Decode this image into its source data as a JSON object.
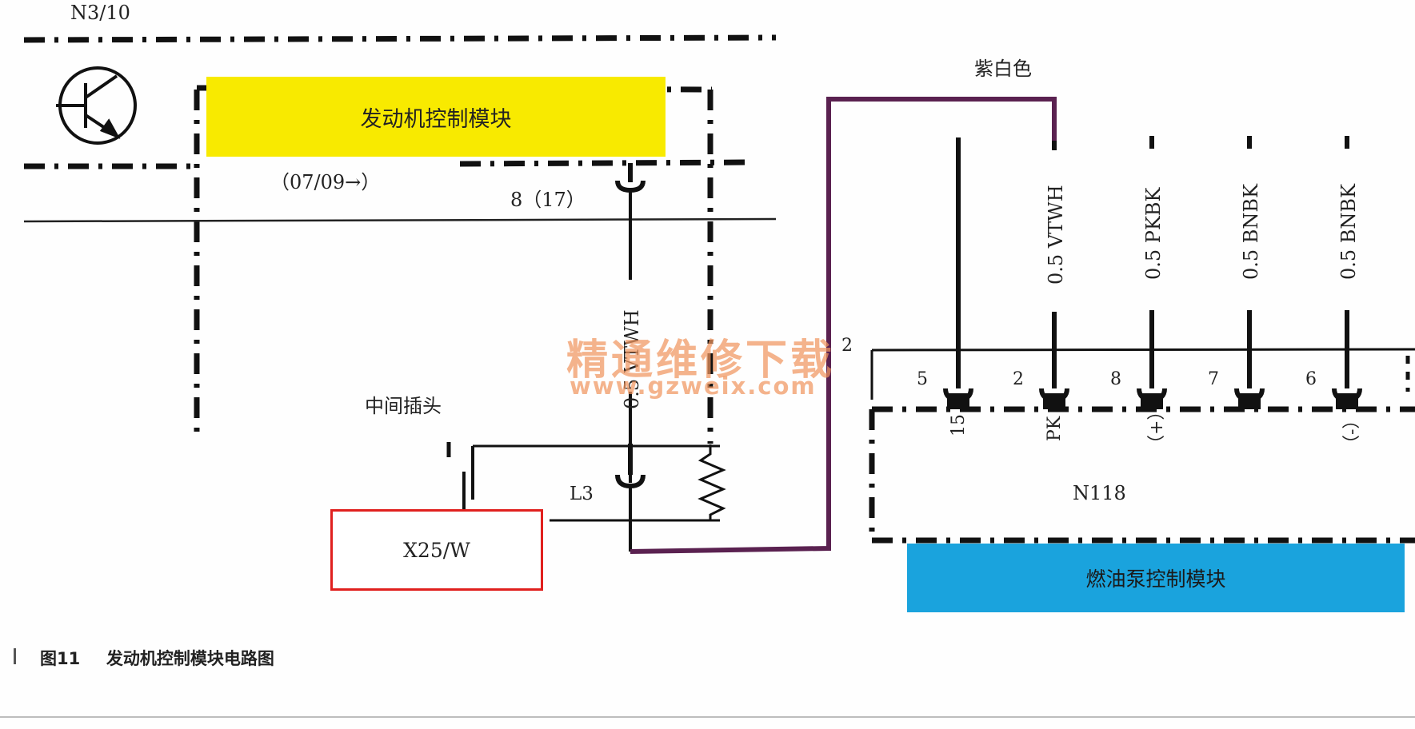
{
  "labels": {
    "n3_10": "N3/10",
    "ecm": "发动机控制模块",
    "date_range": "（07/09→）",
    "pin_8_17": "8（17）",
    "wire_ecm": "0.5 VTWH",
    "middle_connector": "中间插头",
    "l3": "L3",
    "x25w": "X25/W",
    "purple_white": "紫白色",
    "n118": "N118",
    "fuel_pump_module": "燃油泵控制模块",
    "edge_pin": "2"
  },
  "connector_wires": [
    {
      "label": "",
      "pin_no": "5",
      "pin_name": "15"
    },
    {
      "label": "0.5 VTWH",
      "pin_no": "2",
      "pin_name": "PK"
    },
    {
      "label": "0.5 PKBK",
      "pin_no": "8",
      "pin_name": "（+）"
    },
    {
      "label": "0.5 BNBK",
      "pin_no": "7",
      "pin_name": ""
    },
    {
      "label": "0.5 BNBK",
      "pin_no": "6",
      "pin_name": "（-）"
    }
  ],
  "watermark": {
    "cn": "精通维修下载",
    "url": "www.gzweix.com"
  },
  "caption": {
    "figure": "图11",
    "title": "发动机控制模块电路图"
  },
  "colors": {
    "ecm_fill": "#f8ea00",
    "fuel_pump_fill": "#1aa3dd",
    "purple_wire": "#5a2150",
    "x25w_border": "#e0201e",
    "watermark": "#f0965f"
  }
}
